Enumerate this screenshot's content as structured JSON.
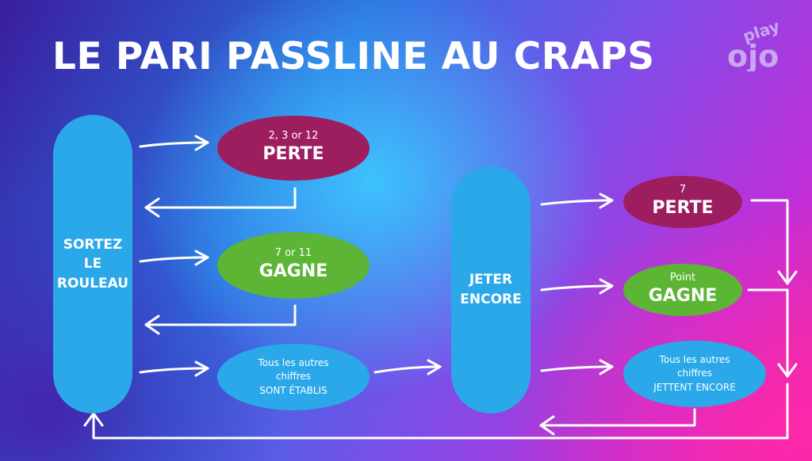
{
  "title": "LE PARI PASSLINE AU CRAPS",
  "logo": {
    "top": "play",
    "bottom": "ojo"
  },
  "nodes": {
    "come_out": "SORTEZ\nLE\nROULEAU",
    "roll_again": "JETER\nENCORE",
    "lose_1": {
      "small": "2, 3 or 12",
      "big": "PERTE"
    },
    "win_1": {
      "small": "7 or 11",
      "big": "GAGNE"
    },
    "other_1": "Tous les autres\nchiffres\nSONT ÉTABLIS",
    "lose_2": {
      "small": "7",
      "big": "PERTE"
    },
    "win_2": {
      "small": "Point",
      "big": "GAGNE"
    },
    "other_2": "Tous les autres\nchiffres\nJETTENT ENCORE"
  },
  "colors": {
    "pill": "#2aa8ea",
    "lose": "#9d1e5f",
    "win": "#5cb534",
    "text": "#ffffff"
  }
}
